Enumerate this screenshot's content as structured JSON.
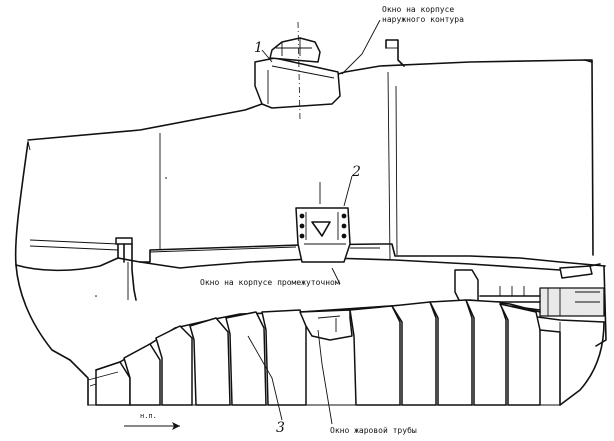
{
  "labels": {
    "outer_window_line1": "Окно на корпусе",
    "outer_window_line2": "наружного контура",
    "intermediate_window": "Окно на корпусе промежуточном",
    "flame_tube_window": "Окно жаровой трубы",
    "flow_direction": "н.п."
  },
  "callouts": {
    "c1": "1",
    "c2": "2",
    "c3": "3"
  }
}
